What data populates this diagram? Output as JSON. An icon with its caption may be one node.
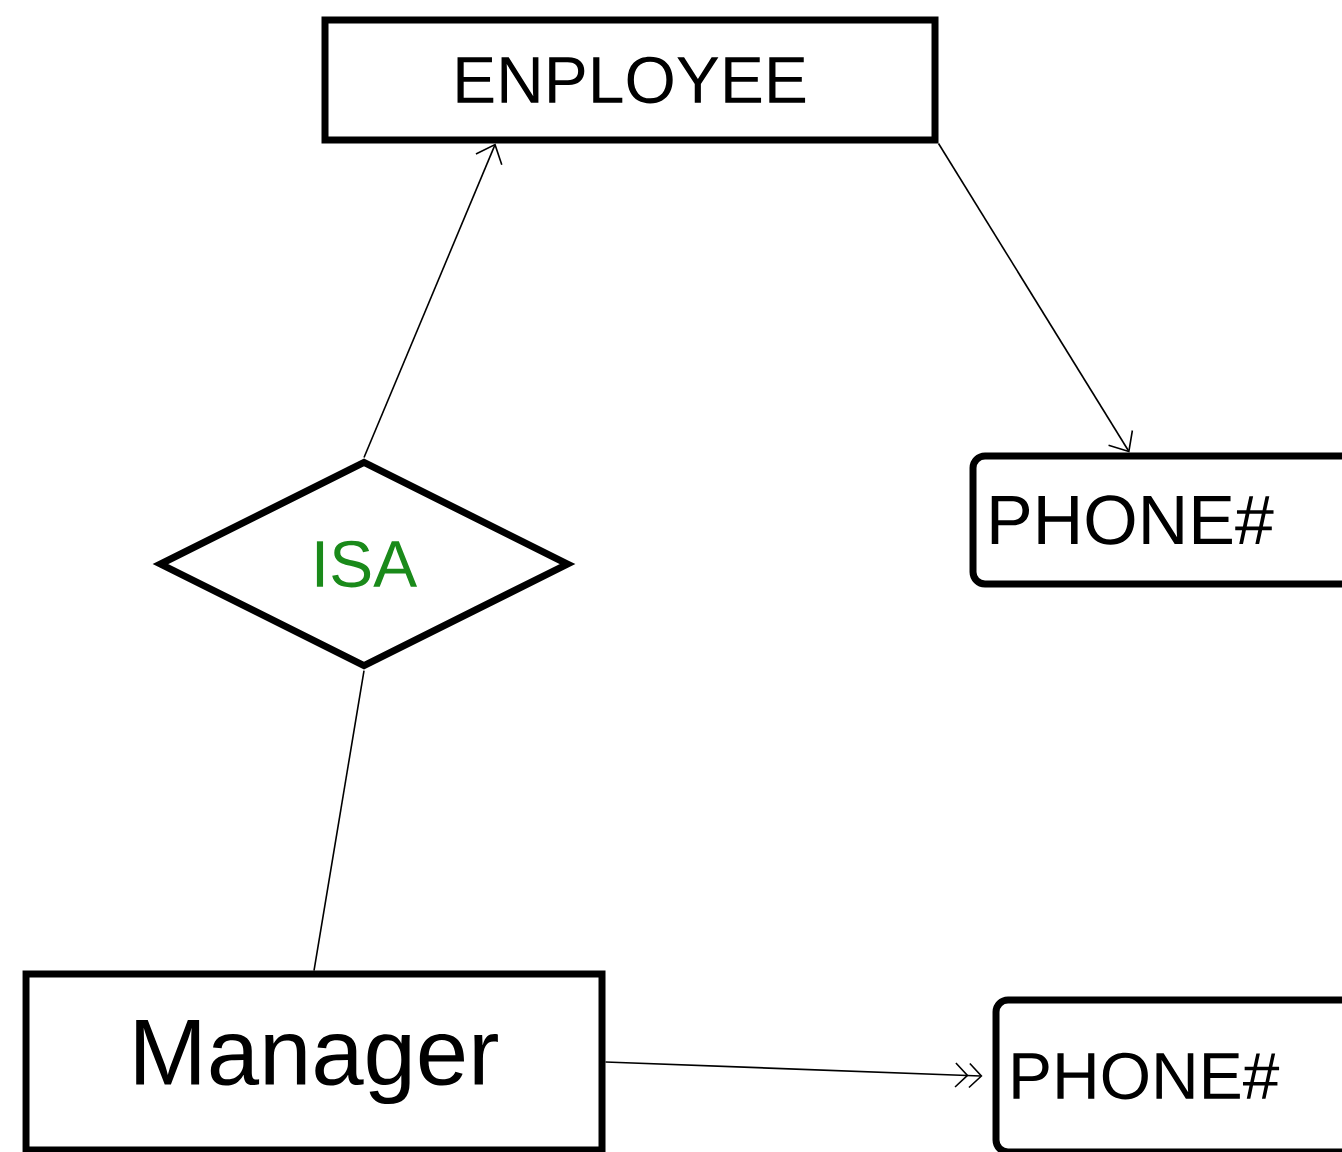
{
  "diagram": {
    "nodes": [
      {
        "text": [
          "ENPLOYEE"
        ]
      },
      {
        "text": [
          "PHONE#"
        ]
      },
      {
        "text": [
          "ISA"
        ]
      },
      {
        "text": [
          "Manager"
        ]
      },
      {
        "text": [
          "PHONE#"
        ]
      }
    ],
    "edges": [
      {
        "from": 2,
        "to": 0,
        "arrow": "to"
      },
      {
        "from": 0,
        "to": 1,
        "arrow": "to"
      },
      {
        "from": 3,
        "to": 2,
        "arrow": "none"
      },
      {
        "from": 3,
        "to": 4,
        "arrow": "to"
      }
    ]
  }
}
